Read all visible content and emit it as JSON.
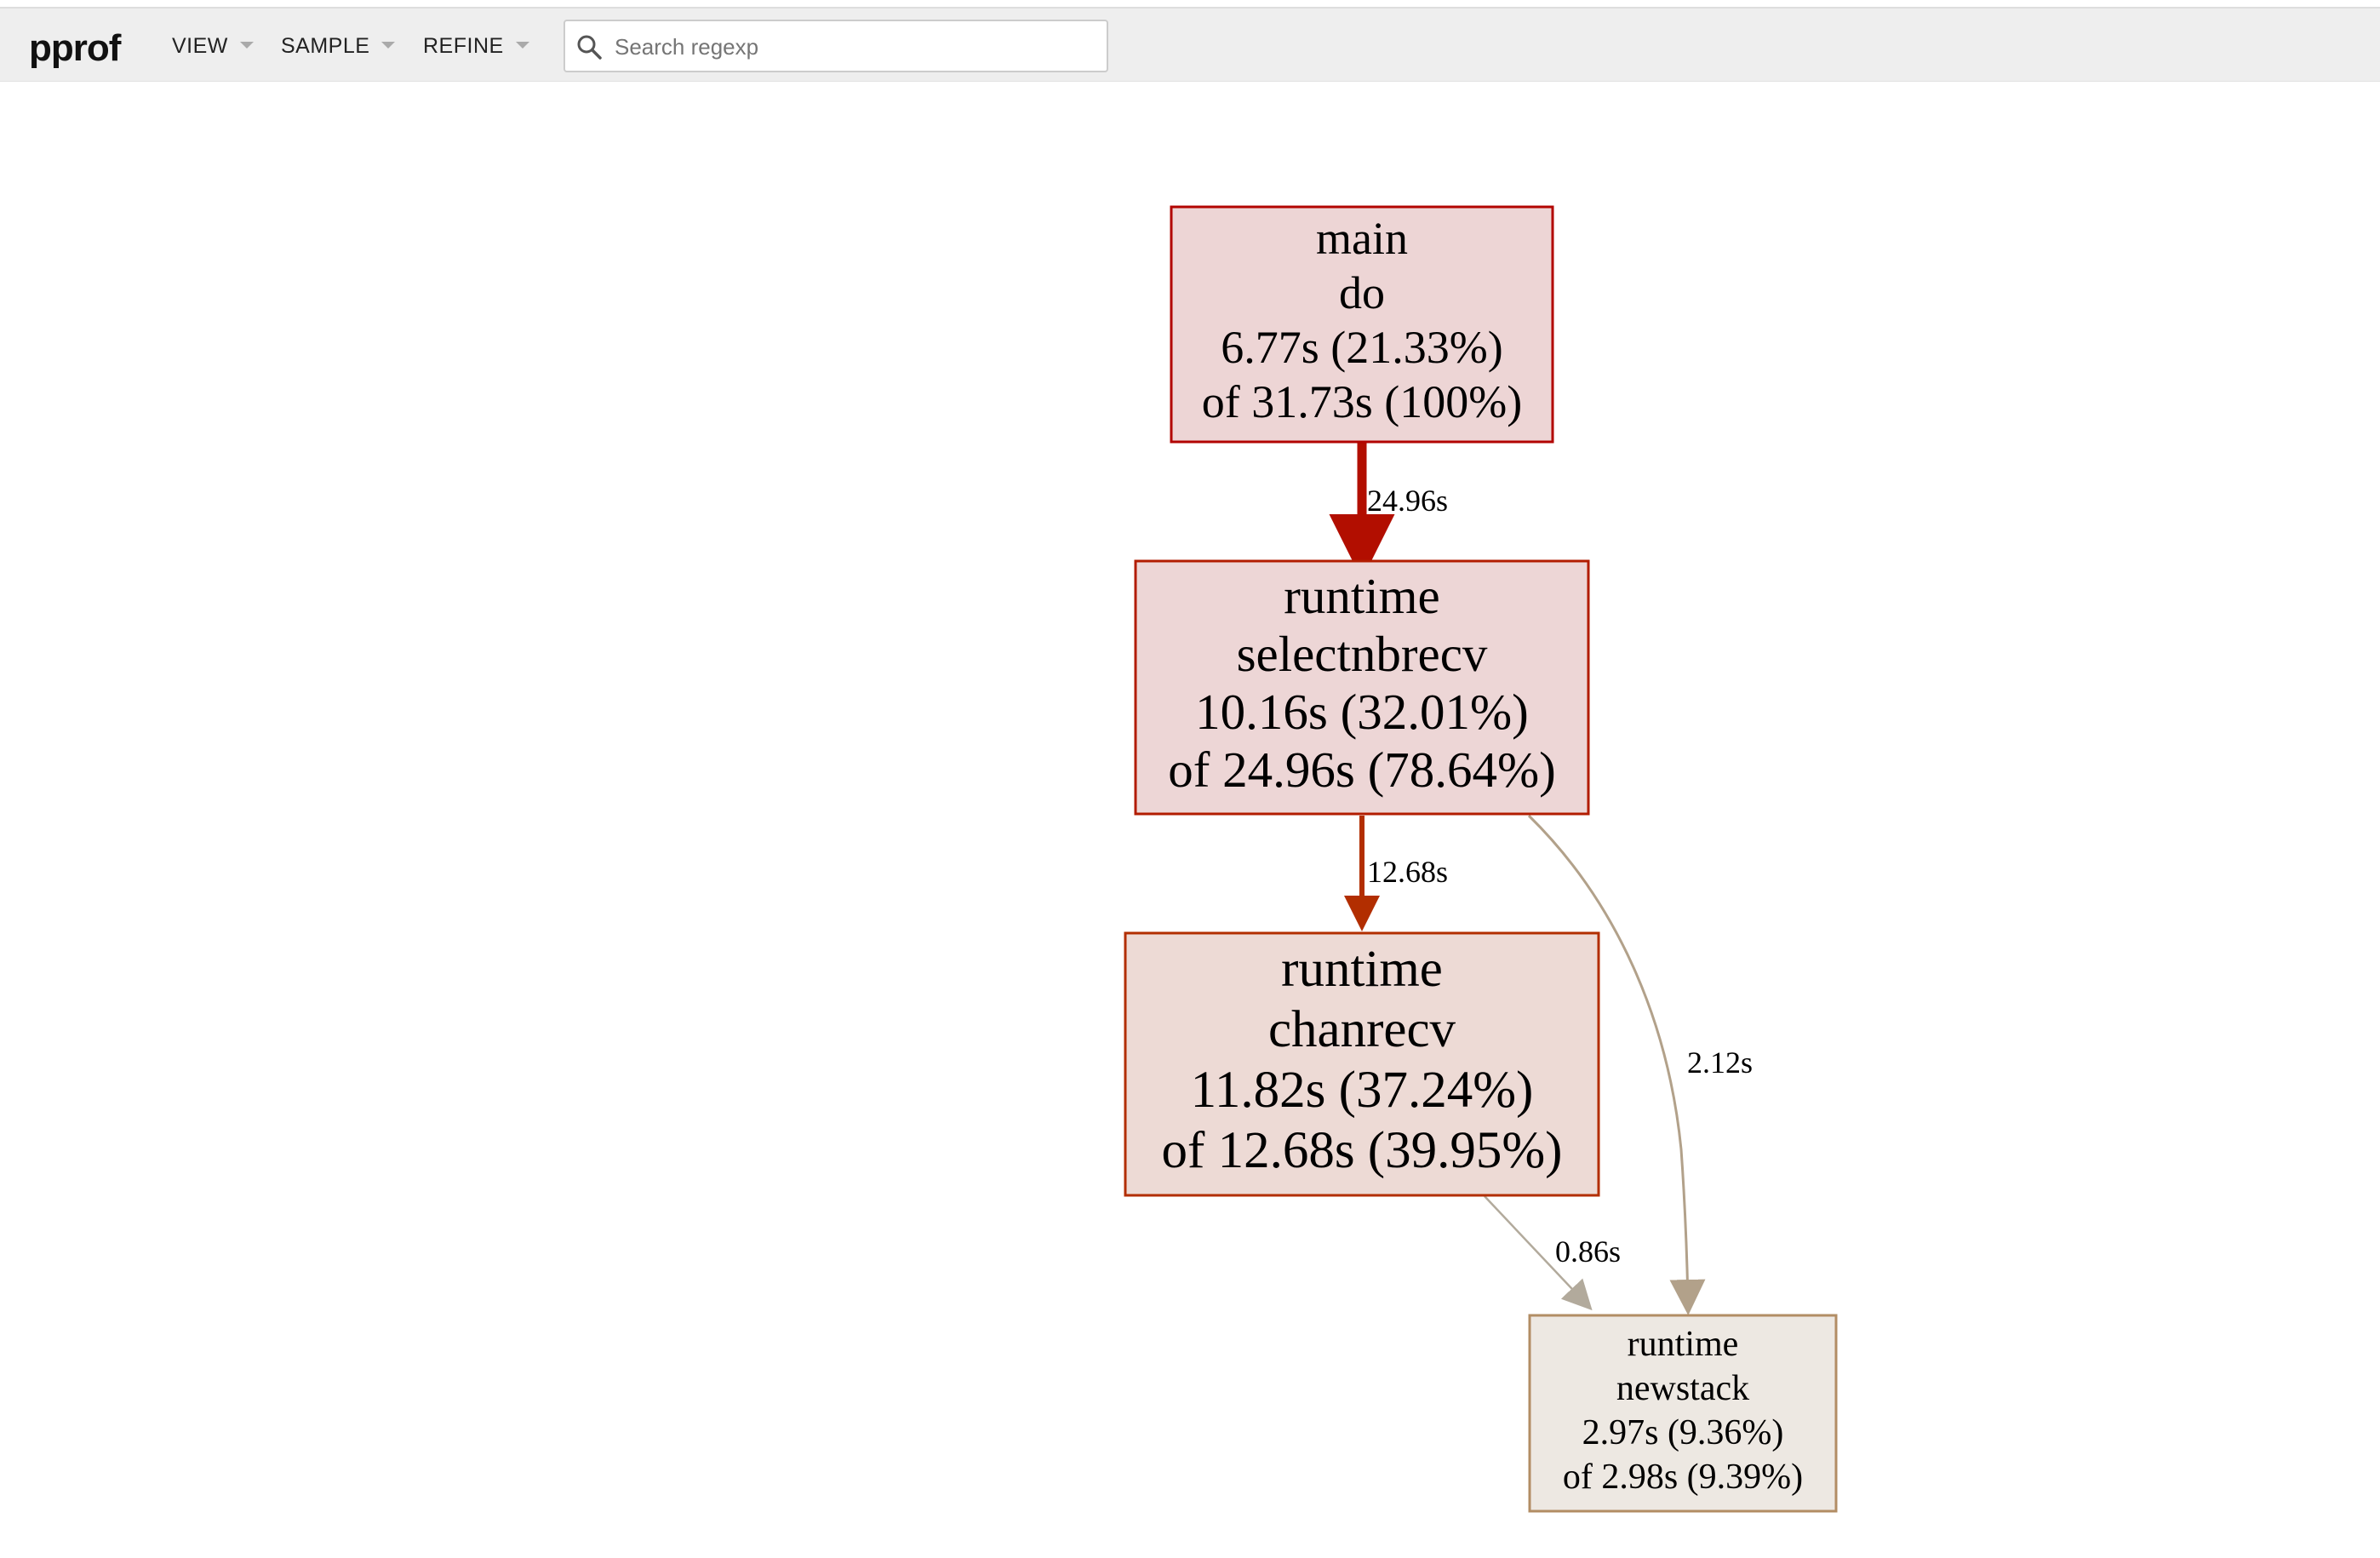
{
  "app": {
    "logo": "pprof"
  },
  "menu": {
    "view": "VIEW",
    "sample": "SAMPLE",
    "refine": "REFINE"
  },
  "search": {
    "placeholder": "Search regexp",
    "value": ""
  },
  "graph": {
    "nodes": {
      "main_do": {
        "package": "main",
        "func": "do",
        "flat": "6.77s (21.33%)",
        "cum": "of 31.73s (100%)",
        "fill": "#edd5d5",
        "stroke": "#b20400"
      },
      "selectnbrecv": {
        "package": "runtime",
        "func": "selectnbrecv",
        "flat": "10.16s (32.01%)",
        "cum": "of 24.96s (78.64%)",
        "fill": "#edd6d6",
        "stroke": "#b21c00"
      },
      "chanrecv": {
        "package": "runtime",
        "func": "chanrecv",
        "flat": "11.82s (37.24%)",
        "cum": "of 12.68s (39.95%)",
        "fill": "#eddad5",
        "stroke": "#b22e00"
      },
      "newstack": {
        "package": "runtime",
        "func": "newstack",
        "flat": "2.97s (9.36%)",
        "cum": "of 2.98s (9.39%)",
        "fill": "#ede8e2",
        "stroke": "#b28d64"
      }
    },
    "edges": {
      "do_to_selectnbrecv": {
        "label": "24.96s",
        "color": "#b20e00"
      },
      "selectnbrecv_to_chanrecv": {
        "label": "12.68s",
        "color": "#b22e00"
      },
      "selectnbrecv_to_newstack": {
        "label": "2.12s",
        "color": "#b2a18a"
      },
      "chanrecv_to_newstack": {
        "label": "0.86s",
        "color": "#b2aa9c"
      }
    }
  }
}
